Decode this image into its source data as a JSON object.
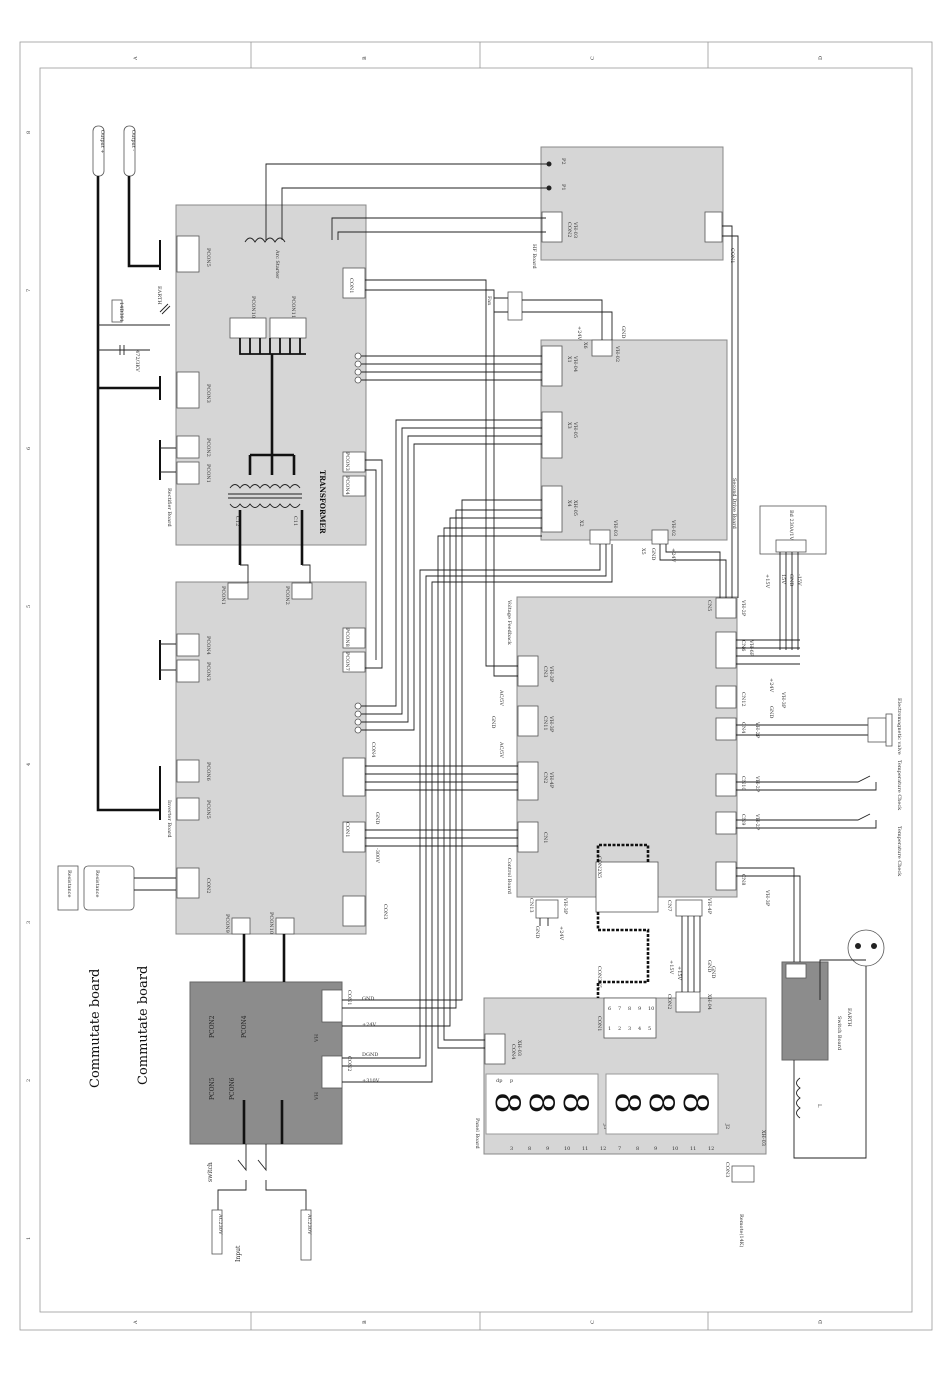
{
  "frame": {
    "zone_letters_top": [
      "A",
      "B",
      "C",
      "D"
    ],
    "zone_letters_bottom": [
      "A",
      "B",
      "C",
      "D"
    ],
    "zone_numbers": [
      "8",
      "7",
      "6",
      "5",
      "4",
      "3",
      "2",
      "1"
    ]
  },
  "terminals": {
    "output_plus": "Output +",
    "output_minus": "Output -",
    "input": "Input",
    "ac1": "AC230V",
    "ac2": "AC230V"
  },
  "components": {
    "arc_starter": "Arc Starter",
    "transformer": "TRANSFORMER",
    "c12": "C12",
    "c11": "C11",
    "resistor1": "14D391",
    "capacitor1": "472/3KV",
    "earth": "EARTH",
    "fan": "Fan",
    "resistance1": "Resistance",
    "resistance2": "Resistance",
    "switch": "switch",
    "electromagnetic_valve": "Electromagnetic valve",
    "temp_check1": "Temperature Check",
    "temp_check2": "Temperature Check",
    "switch_board": "Switch Board",
    "inductor": "L",
    "remote": "Remote(14K)",
    "transformer_ext": "Bd 230A/1V"
  },
  "boards": {
    "rectifier": {
      "name": "Rectifier Board",
      "connectors": [
        "PCON5",
        "PCON3",
        "PCON2",
        "PCON1",
        "PCON10",
        "PCON11",
        "CON1",
        "PCON3",
        "PCON4"
      ]
    },
    "inverter": {
      "name": "Inverter Board",
      "connectors": [
        "PCON1",
        "PCON2",
        "PCON4",
        "PCON3",
        "PCON6",
        "PCON5",
        "CON2",
        "PCON8",
        "PCON7",
        "CON4",
        "CON1",
        "CON3",
        "PCON9",
        "PCON10"
      ]
    },
    "hf": {
      "name": "HF Board",
      "connectors": [
        "CON2",
        "CON1",
        "P1",
        "P2"
      ],
      "wafer": "VH-03"
    },
    "second_drive": {
      "name": "Second Drive Board",
      "connectors": [
        "X1",
        "X2",
        "X3",
        "X4",
        "X5",
        "X6"
      ],
      "wafers": [
        "VH-04",
        "VH-05",
        "XH-05",
        "VH-03",
        "VH-02",
        "VH-02"
      ],
      "labels": [
        "+24V",
        "GND",
        "GND",
        "+24V"
      ]
    },
    "control": {
      "name": "Control Board",
      "sublabel": "Voltage Feedback",
      "connectors": [
        "CN3",
        "CN11",
        "CN2",
        "CN1",
        "CN13",
        "CN5",
        "CN6",
        "CN12",
        "CN4",
        "CN10",
        "CN9",
        "CN8",
        "CN7",
        "CON2X5"
      ],
      "wafers": [
        "VH-3P",
        "VH-3P",
        "VH-4P",
        "VH-3P",
        "VH-2P",
        "VH-6P",
        "VH-3P",
        "VH-2P",
        "VH-2P",
        "VH-2P",
        "VH-3P",
        "VH-4P"
      ],
      "labels": [
        "AC/5V",
        "GND",
        "AC/5V",
        "GND",
        "-300V",
        "+24V",
        "GND",
        "+15V",
        "15V",
        "GND",
        "-15V",
        "+24V",
        "GND",
        "+15V",
        "GND"
      ]
    },
    "commutate": {
      "name": "Commutate board",
      "connectors": [
        "PCON2",
        "PCON4",
        "PCON5",
        "PCON6",
        "CON1",
        "CON2"
      ],
      "wafers": [
        "VH",
        "VH"
      ],
      "labels": [
        "GND",
        "+24V",
        "DGND",
        "+310V"
      ]
    },
    "panel": {
      "name": "Panel Board",
      "connectors": [
        "CON4",
        "CON1",
        "CON2",
        "CON3",
        "J3",
        "J2",
        "J1",
        "CON2X5"
      ],
      "wafers": [
        "XH-03",
        "XH-04",
        "XH-03"
      ],
      "labels": [
        "+15V",
        "GND"
      ],
      "pin_numbers": [
        "1",
        "2",
        "3",
        "4",
        "5",
        "6",
        "7",
        "8",
        "9",
        "10"
      ],
      "display_left": [
        "8",
        "8",
        "8"
      ],
      "display_right": [
        "8",
        "8",
        "8"
      ],
      "seg_labels": [
        "dp",
        "p"
      ],
      "row_bottom": [
        "3",
        "8",
        "9",
        "10",
        "11",
        "12",
        "7",
        "8",
        "9",
        "10",
        "11",
        "12"
      ]
    }
  }
}
